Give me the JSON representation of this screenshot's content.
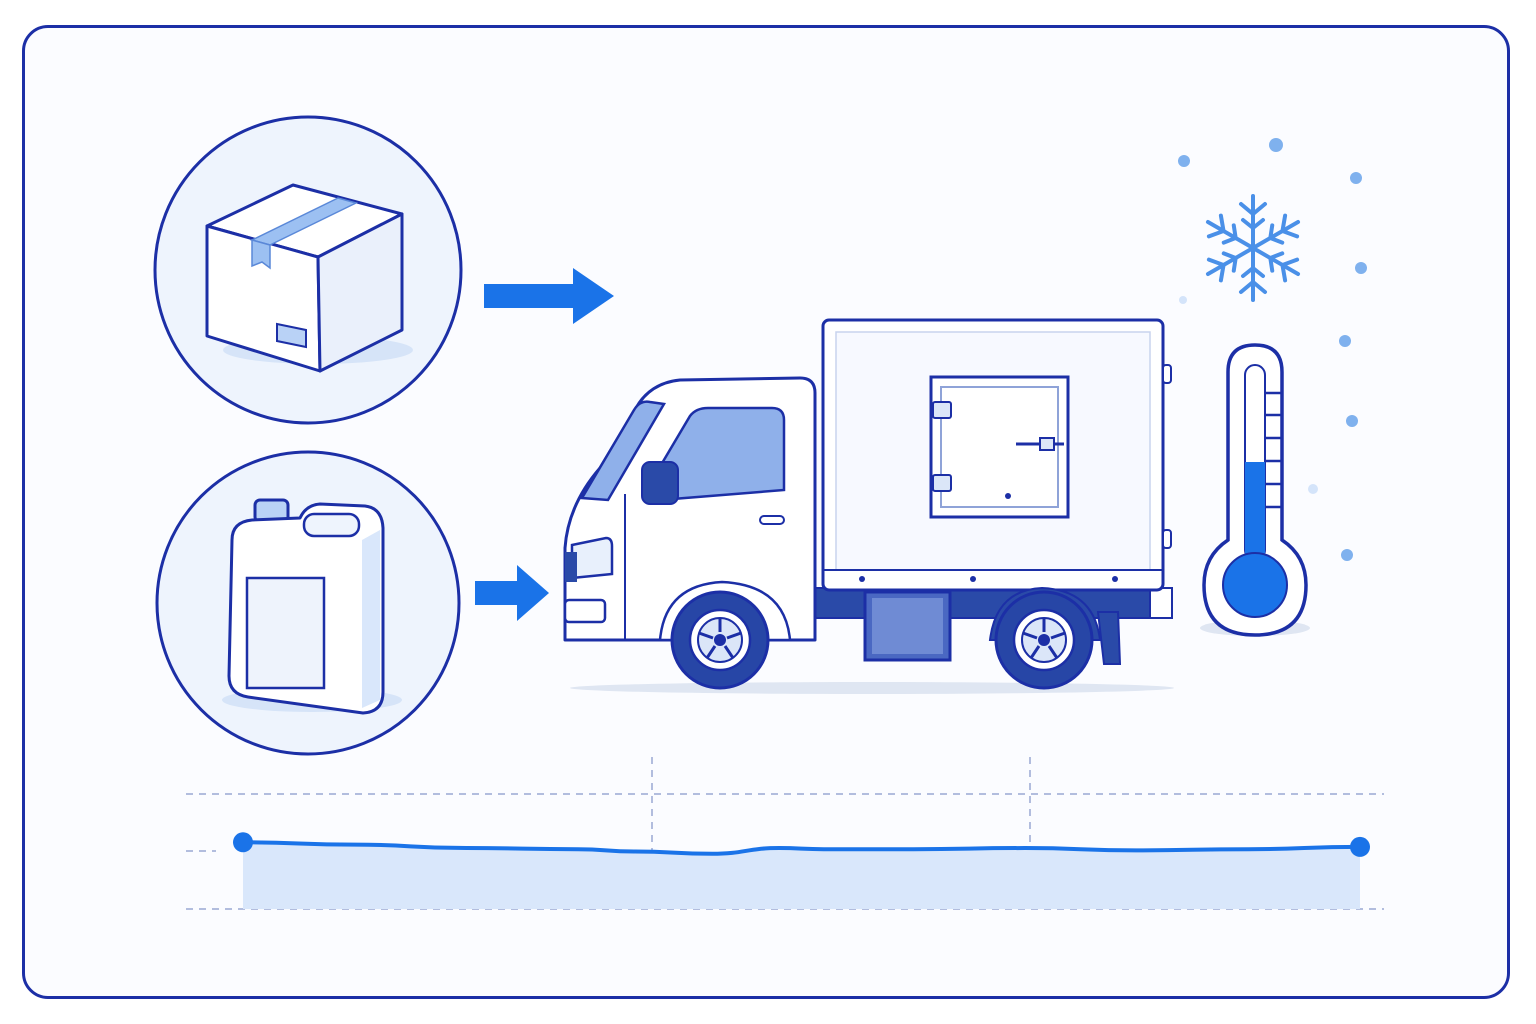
{
  "colors": {
    "outline": "#1c2fa6",
    "accent": "#1a73e8",
    "fill_light": "#e6f0fd",
    "fill_mid": "#c9defa",
    "window": "#8fb0ea",
    "grid": "#9aa8d4",
    "shadow": "#dfe6f2"
  },
  "icons": {
    "package": "cardboard-box-icon",
    "canister": "jerrycan-icon",
    "vehicle": "refrigerated-truck-icon",
    "cold": "snowflake-icon",
    "temperature": "thermometer-icon"
  },
  "chart_data": {
    "type": "line",
    "title": "",
    "xlabel": "",
    "ylabel": "",
    "grid": true,
    "x": [
      0,
      0.1,
      0.2,
      0.3,
      0.35,
      0.42,
      0.48,
      0.52,
      0.6,
      0.7,
      0.8,
      0.9,
      1.0
    ],
    "y": [
      0.58,
      0.56,
      0.53,
      0.52,
      0.5,
      0.48,
      0.53,
      0.52,
      0.52,
      0.53,
      0.51,
      0.52,
      0.54
    ],
    "series": [
      {
        "values": [
          0.58,
          0.56,
          0.53,
          0.52,
          0.5,
          0.48,
          0.53,
          0.52,
          0.52,
          0.53,
          0.51,
          0.52,
          0.54
        ]
      }
    ]
  }
}
